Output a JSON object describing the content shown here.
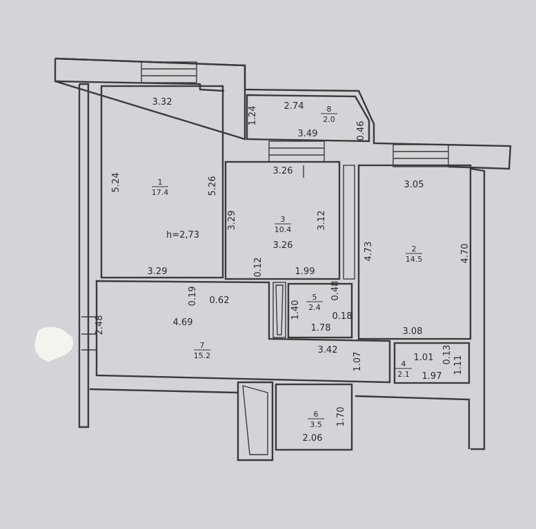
{
  "dimensions": {
    "d1": "3.32",
    "d2": "5.24",
    "d3": "5.26",
    "d4": "h=2,73",
    "d5": "3.29",
    "d6": "1.24",
    "d7": "2.74",
    "d8": "0.46",
    "d9": "3.49",
    "d10": "3.26",
    "d11": "3.29",
    "d12": "3.12",
    "d13": "3.26",
    "d14": "0.12",
    "d15": "1.99",
    "d16": "3.05",
    "d17": "4.73",
    "d18": "4.70",
    "d19": "3.08",
    "d20": "0.19",
    "d21": "0.62",
    "d22": "4.69",
    "d23": "2.48",
    "d24": "1.40",
    "d25": "0.48",
    "d26": "0.18",
    "d27": "1.78",
    "d28": "3.42",
    "d29": "1.07",
    "d30": "1.01",
    "d31": "0.13",
    "d32": "1.11",
    "d33": "1.97",
    "d34": "1.70",
    "d35": "2.06"
  },
  "rooms": [
    {
      "num": "1",
      "area": "17.4"
    },
    {
      "num": "2",
      "area": "14.5"
    },
    {
      "num": "3",
      "area": "10.4"
    },
    {
      "num": "4",
      "area": "2.1"
    },
    {
      "num": "5",
      "area": "2.4"
    },
    {
      "num": "6",
      "area": "3.5"
    },
    {
      "num": "7",
      "area": "15.2"
    },
    {
      "num": "8",
      "area": "2.0"
    }
  ]
}
